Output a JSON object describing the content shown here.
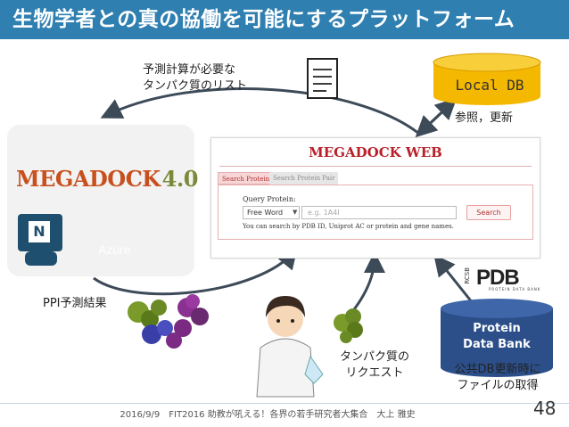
{
  "header": {
    "title": "生物学者との真の協働を可能にするプラットフォーム"
  },
  "megadock": {
    "logo_text": "MEGADOCK",
    "logo_version": "4.0",
    "azure_label": "Azure",
    "tsubame_glyph": "N"
  },
  "local_db": {
    "label": "Local DB"
  },
  "labels": {
    "prediction_list_line1": "予測計算が必要な",
    "prediction_list_line2": "タンパク質のリスト",
    "reference_update": "参照，更新",
    "ppi_result": "PPI予測結果",
    "protein_request_line1": "タンパク質の",
    "protein_request_line2": "リクエスト",
    "pdb_update_line1": "公共DB更新時に",
    "pdb_update_line2": "ファイルの取得"
  },
  "web": {
    "title": "MEGADOCK WEB",
    "tabs": [
      "Search Protein",
      "Search Protein Pair"
    ],
    "query_label": "Query Protein:",
    "select_value": "Free Word",
    "input_placeholder": "e.g. 1A4I",
    "search_button": "Search",
    "help_text": "You can search by PDB ID, Uniprot AC or protein and gene names."
  },
  "pdb": {
    "logo": "PDB",
    "subtitle": "PROTEIN DATA BANK",
    "rcsb": "RCSB",
    "db_line1": "Protein",
    "db_line2": "Data Bank"
  },
  "footer": {
    "text": "2016/9/9　FIT2016 助教が吼える！各界の若手研究者大集合　大上 雅史",
    "page_number": "48"
  },
  "colors": {
    "title_bar": "#2f7fb1",
    "local_db": "#f5b800",
    "pdb_cylinder": "#2c4f8a",
    "megadock_logo": "#c8501e",
    "web_title": "#b8202a",
    "arrow": "#3d4a58"
  }
}
